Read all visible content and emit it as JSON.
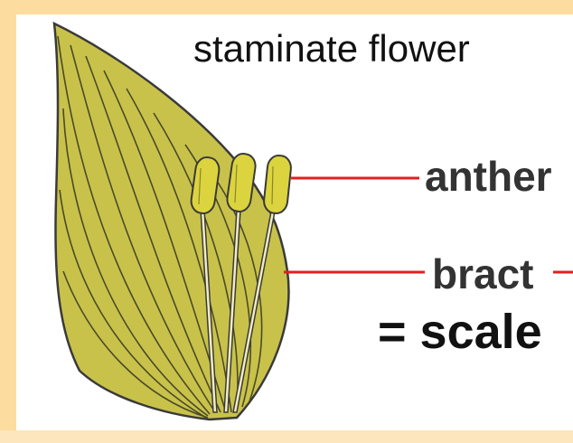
{
  "diagram": {
    "title": "staminate flower",
    "labels": {
      "anther": "anther",
      "bract": "bract",
      "scale": "= scale"
    },
    "colors": {
      "bract_fill": "#c9c24a",
      "anther_fill": "#dcd43e",
      "outline": "#3a3a3a",
      "leader_line": "#e02020",
      "frame": "#fddca0"
    }
  }
}
